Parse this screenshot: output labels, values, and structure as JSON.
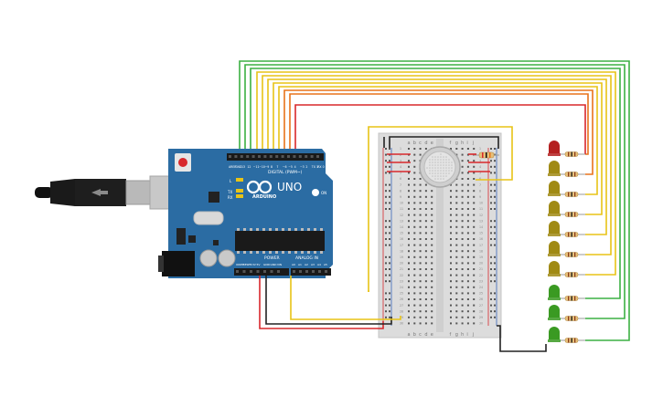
{
  "arduino": {
    "logo": "ARDUINO",
    "model": "UNO",
    "digital_label": "DIGITAL (PWM~)",
    "power_label": "POWER",
    "analog_label": "ANALOG IN",
    "tx_label": "TX",
    "rx_label": "RX",
    "l_label": "L",
    "on_label": "ON",
    "aref_label": "AREF",
    "gnd_label": "GND",
    "digital_pins": [
      "13",
      "12",
      "~11",
      "~10",
      "~9",
      "8",
      "7",
      "~6",
      "~5",
      "4",
      "~3",
      "2",
      "TX 1",
      "RX 0"
    ],
    "power_pins": [
      "IOREF",
      "RESET",
      "3.3V",
      "5V",
      "GND",
      "GND",
      "VIN"
    ],
    "analog_pins": [
      "A0",
      "A1",
      "A2",
      "A3",
      "A4",
      "A5"
    ]
  },
  "breadboard": {
    "col_letters_left": [
      "a",
      "b",
      "c",
      "d",
      "e"
    ],
    "col_letters_right": [
      "f",
      "g",
      "h",
      "i",
      "j"
    ],
    "row_count": 30
  },
  "colors": {
    "board": "#2b6ca3",
    "breadboard": "#dcdcdc",
    "wire_green": "#3cb043",
    "wire_yellow": "#e8c317",
    "wire_orange": "#e8731b",
    "wire_red": "#d8282c",
    "wire_black": "#222222",
    "led_red": "#b42020",
    "led_yellow": "#a08a14",
    "led_green": "#3a9a22"
  }
}
